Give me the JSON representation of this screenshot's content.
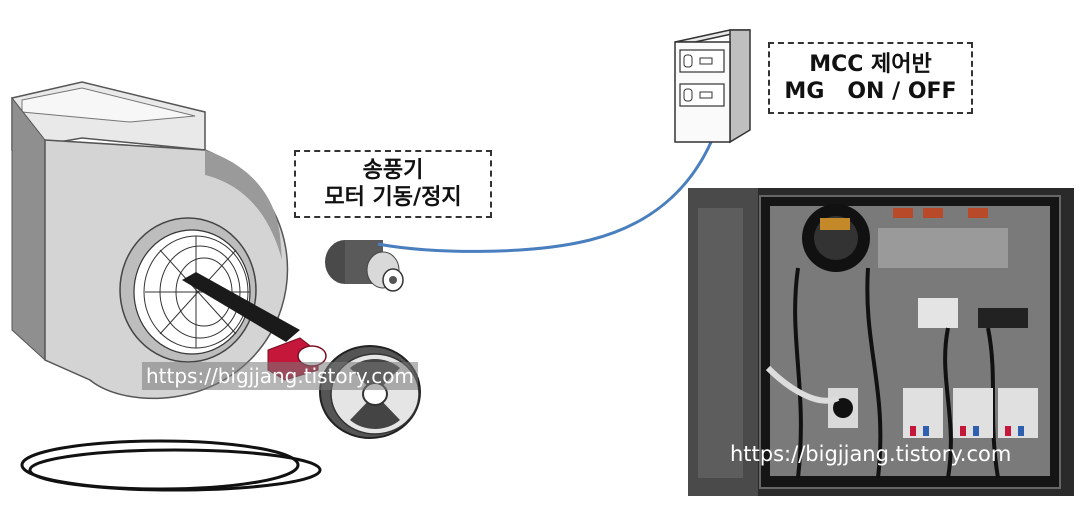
{
  "blower_label": {
    "line1": "송풍기",
    "line2": "모터 기동/정지"
  },
  "mcc_label": {
    "line1": "MCC 제어반",
    "line2": "MG   ON / OFF"
  },
  "watermark": {
    "left": "https://bigjjang.tistory.com",
    "right": "https://bigjjang.tistory.com"
  },
  "colors": {
    "cable": "#4a7fbf",
    "housing": "#cfcfcf",
    "pulley_red": "#c4173a",
    "cabinet_bg": "#2a2a2a"
  },
  "icons": [
    "blower-fan-icon",
    "motor-icon",
    "belt-icon",
    "pulley-icon",
    "mcc-panel-icon"
  ]
}
